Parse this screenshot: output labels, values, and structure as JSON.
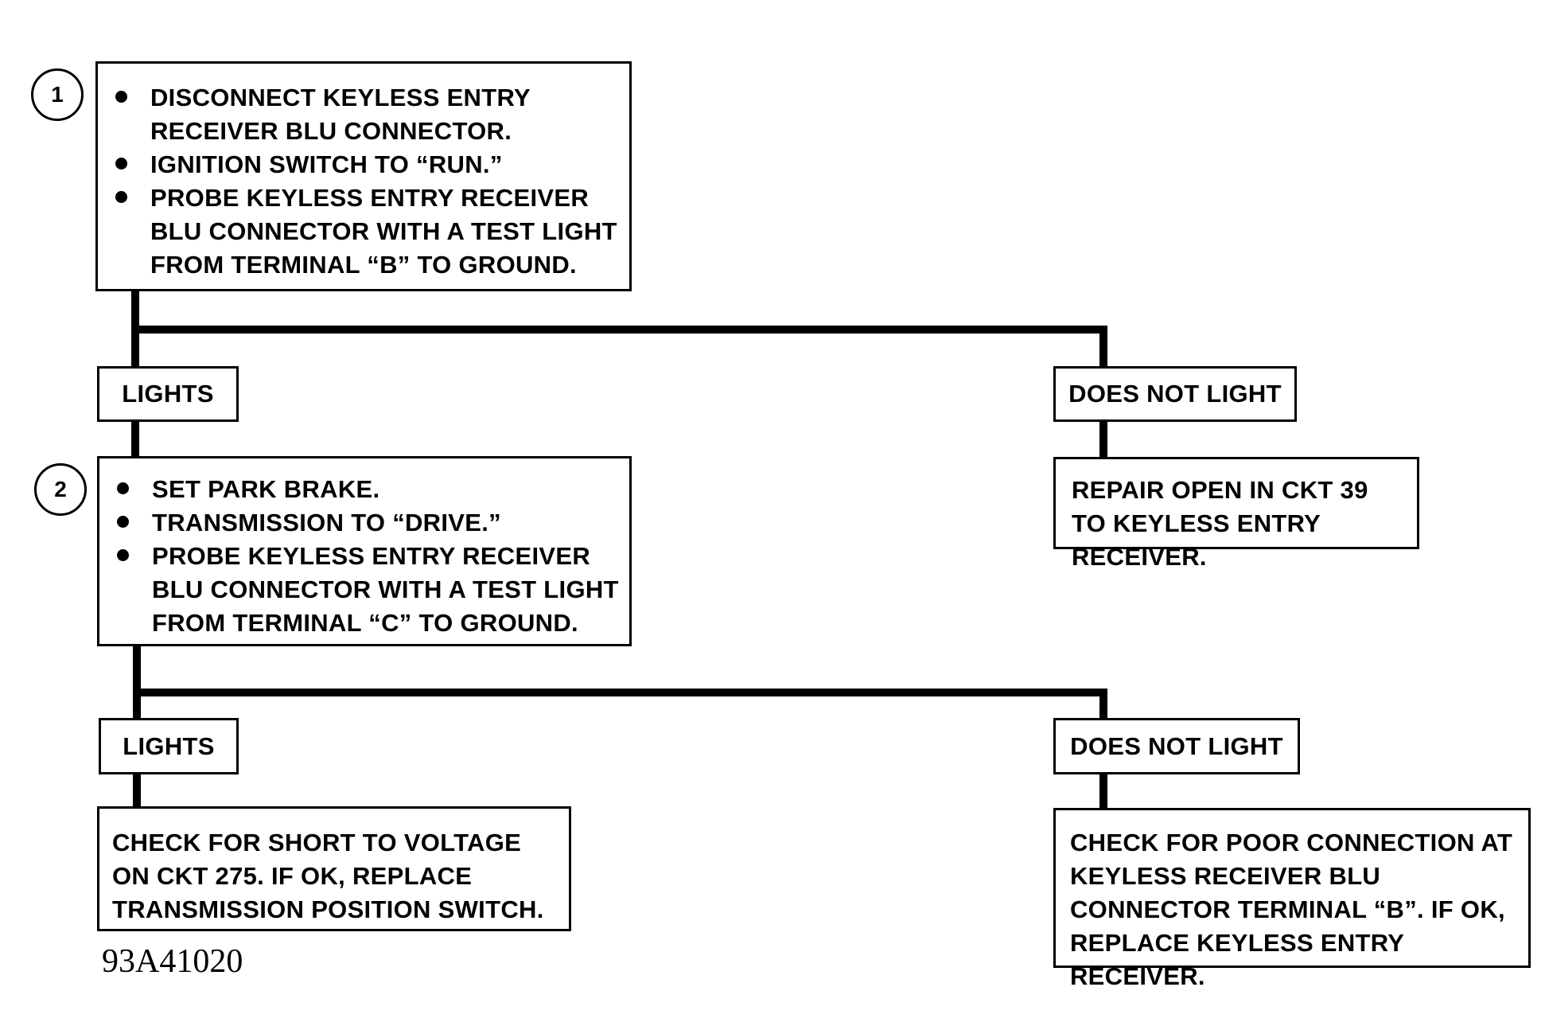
{
  "step1": {
    "number": "1",
    "bullets": [
      "DISCONNECT KEYLESS ENTRY RECEIVER BLU CONNECTOR.",
      "IGNITION SWITCH TO “RUN.”",
      "PROBE KEYLESS ENTRY RECEIVER BLU CONNECTOR WITH A TEST LIGHT FROM TERMINAL “B” TO GROUND."
    ]
  },
  "branch1": {
    "yes_label": "LIGHTS",
    "no_label": "DOES NOT LIGHT",
    "no_result": "REPAIR OPEN IN CKT 39 TO KEYLESS ENTRY RECEIVER."
  },
  "step2": {
    "number": "2",
    "bullets": [
      "SET PARK BRAKE.",
      "TRANSMISSION TO “DRIVE.”",
      "PROBE KEYLESS ENTRY RECEIVER BLU CONNECTOR WITH A TEST LIGHT FROM TERMINAL “C” TO GROUND."
    ]
  },
  "branch2": {
    "yes_label": "LIGHTS",
    "no_label": "DOES NOT LIGHT",
    "yes_result": "CHECK FOR SHORT TO VOLTAGE ON CKT 275.  IF OK, REPLACE TRANSMISSION POSITION SWITCH.",
    "no_result": "CHECK FOR POOR CONNECTION AT KEYLESS RECEIVER BLU CONNECTOR TERMINAL “B”.  IF OK, REPLACE KEYLESS ENTRY RECEIVER."
  },
  "figure_id": "93A41020"
}
